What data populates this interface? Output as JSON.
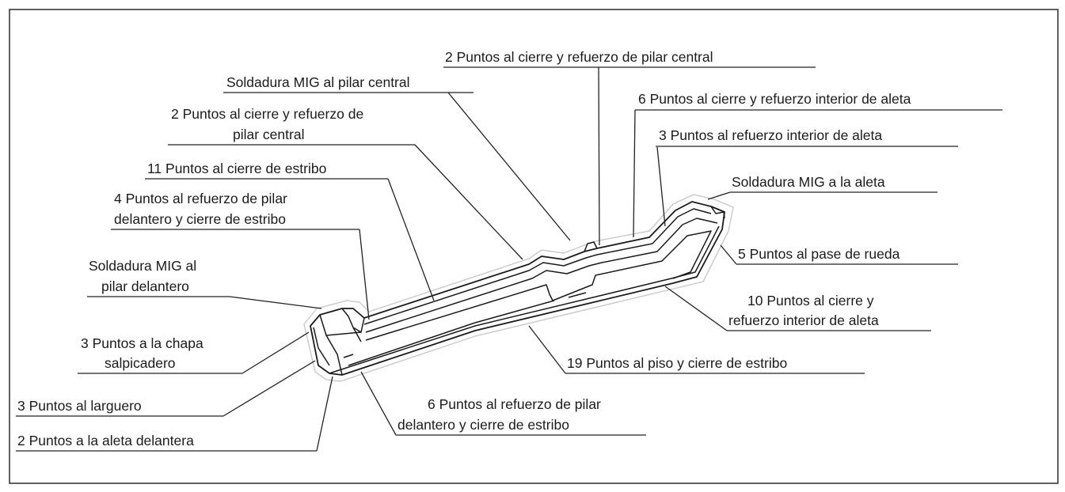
{
  "diagram": {
    "labels": {
      "pilar_central_top": "2 Puntos al cierre y refuerzo de pilar central",
      "mig_pilar_central": "Soldadura MIG al pilar central",
      "pilar_central_left_1": "2 Puntos al cierre y refuerzo de",
      "pilar_central_left_2": "pilar central",
      "cierre_estribo_11": "11 Puntos al cierre de estribo",
      "refuerzo_delantero_4_1": "4 Puntos al refuerzo de pilar",
      "refuerzo_delantero_4_2": "delantero y cierre de estribo",
      "mig_pilar_delantero_1": "Soldadura MIG al",
      "mig_pilar_delantero_2": "pilar delantero",
      "chapa_1": "3 Puntos a la chapa",
      "chapa_2": "salpicadero",
      "larguero": "3  Puntos al larguero",
      "aleta_delantera": "2 Puntos a la aleta delantera",
      "refuerzo_delantero_6_1": "6 Puntos al refuerzo de pilar",
      "refuerzo_delantero_6_2": "delantero y cierre de estribo",
      "piso_19": "19 Puntos al piso y cierre de estribo",
      "refuerzo_aleta_10_1": "10 Puntos al cierre y",
      "refuerzo_aleta_10_2": "refuerzo interior de aleta",
      "pase_rueda": "5 Puntos al pase de rueda",
      "mig_aleta": "Soldadura MIG a la aleta",
      "refuerzo_aleta_3": "3 Puntos al refuerzo interior de aleta",
      "refuerzo_aleta_6": "6 Puntos al cierre y refuerzo interior de aleta"
    }
  }
}
